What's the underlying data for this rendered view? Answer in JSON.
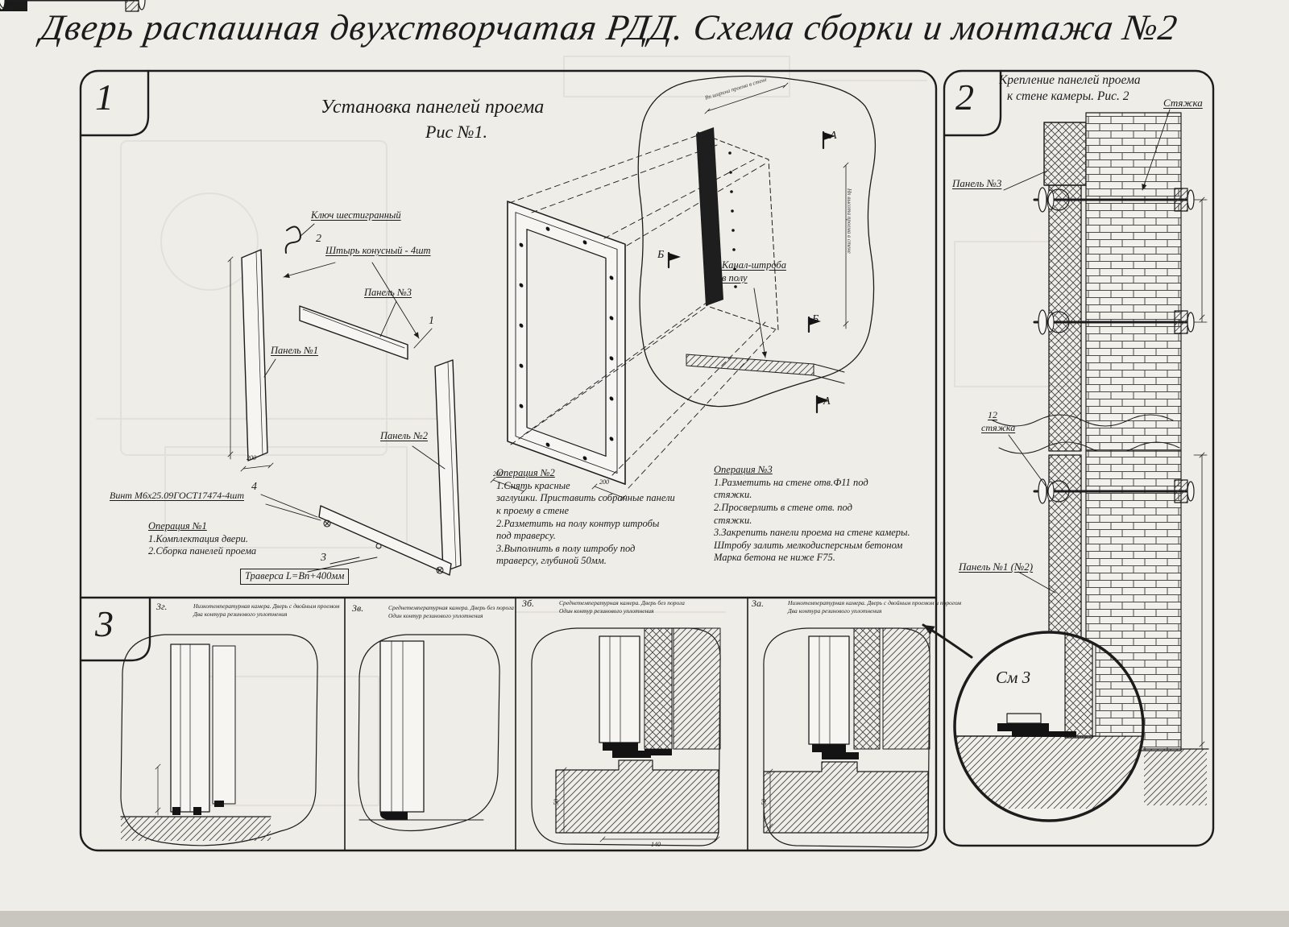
{
  "colors": {
    "paper": "#efede8",
    "ink": "#1c1c1c"
  },
  "page": {
    "title": "Дверь распашная двухстворчатая РДД.  Схема сборки и монтажа №2"
  },
  "section1": {
    "number": "1",
    "title": "Установка панелей проема",
    "subtitle": "Рис №1.",
    "labels": {
      "hex_key": "Ключ шестигранный",
      "pin": "Штырь конусный - 4шт",
      "panel3": "Панель №3",
      "panel1": "Панель №1",
      "panel2": "Панель №2",
      "screw": "Винт М6х25.09ГОСТ17474-4шт",
      "traverse": "Траверса  L=Bn+400мм",
      "channel1": "Канал-штроба",
      "channel2": "в полу",
      "c1": "1",
      "c2": "2",
      "c3": "3",
      "c4": "4",
      "mark_a": "А",
      "mark_b": "Б"
    },
    "dims": {
      "d200": "200",
      "d50": "50",
      "d140": "140",
      "width_note": "Вп ширина проема в стене",
      "height_note": "Нп высота проема в стене"
    },
    "op1": {
      "title": "Операция №1",
      "lines": [
        "1.Комплектация двери.",
        "2.Сборка панелей проема"
      ]
    },
    "op2": {
      "title": "Операция №2",
      "lines": [
        "1.Снять красные",
        "заглушки. Приставить собранные панели",
        "к проему в стене",
        "2.Разметить на полу контур штробы",
        "под траверсу.",
        "3.Выполнить в полу штробу под",
        "траверсу, глубиной 50мм."
      ]
    },
    "op3": {
      "title": "Операция №3",
      "lines": [
        "1.Разметить на стене отв.Ф11 под",
        "стяжки.",
        "2.Просверлить в стене отв.  под",
        "стяжки.",
        "3.Закрепить панели проема на стене камеры.",
        "Штробу залить мелкодисперсным бетоном",
        "Марка бетона не ниже   F75."
      ]
    }
  },
  "section2": {
    "number": "2",
    "title1": "Крепление панелей проема",
    "title2": "к стене камеры. Рис. 2",
    "labels": {
      "tie": "Стяжка",
      "panel3": "Панель №3",
      "pos12": "12",
      "pos12_word": "стяжка",
      "panel12": "Панель №1 (№2)",
      "see3": "См 3"
    }
  },
  "section3": {
    "number": "3",
    "items": [
      {
        "tag": "3г.",
        "cap1": "Низкотемпературная камера. Дверь с двойным проемом",
        "cap2": "Два контура резинового уплотнения"
      },
      {
        "tag": "3в.",
        "cap1": "Среднетемпературная камера. Дверь без порога",
        "cap2": "Один контур резинового уплотнения"
      },
      {
        "tag": "3б.",
        "cap1": "Среднетемпературная камера. Дверь без порога",
        "cap2": "Один контур резинового уплотнения"
      },
      {
        "tag": "3а.",
        "cap1": "Низкотемпературная камера. Дверь с двойным проемом и порогом",
        "cap2": "Два контура резинового уплотнения"
      }
    ]
  }
}
